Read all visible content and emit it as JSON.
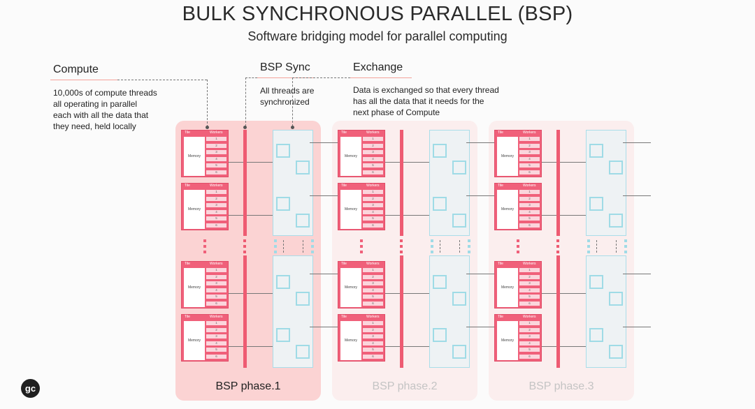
{
  "title": "BULK SYNCHRONOUS PARALLEL (BSP)",
  "subtitle": "Software bridging model for parallel computing",
  "callouts": {
    "compute": {
      "heading": "Compute",
      "lines": [
        "10,000s of compute threads",
        "all operating in parallel",
        "each with all the data that",
        "they need, held locally"
      ]
    },
    "sync": {
      "heading": "BSP Sync",
      "lines": [
        "All threads are",
        "synchronized"
      ]
    },
    "exchange": {
      "heading": "Exchange",
      "lines": [
        "Data is exchanged so that every thread",
        "has all the data that it needs for the",
        "next phase of Compute"
      ]
    }
  },
  "tile": {
    "tile_label": "Tile",
    "workers_label": "Workers",
    "memory_label": "Memory",
    "worker_numbers": [
      "1",
      "2",
      "3",
      "4",
      "5",
      "6"
    ]
  },
  "phases": [
    {
      "label": "BSP phase.1",
      "active": true
    },
    {
      "label": "BSP phase.2",
      "active": false
    },
    {
      "label": "BSP phase.3",
      "active": false
    }
  ],
  "colors": {
    "tile": "#f0607a",
    "sync_bar": "#ee5b72",
    "exchange_square": "#9fdbe6",
    "active_phase_bg": "#fbd3d3",
    "inactive_phase_bg": "#fbeeee",
    "active_label": "#222222",
    "inactive_label": "#c4c4c4"
  },
  "logo_text": "gc"
}
